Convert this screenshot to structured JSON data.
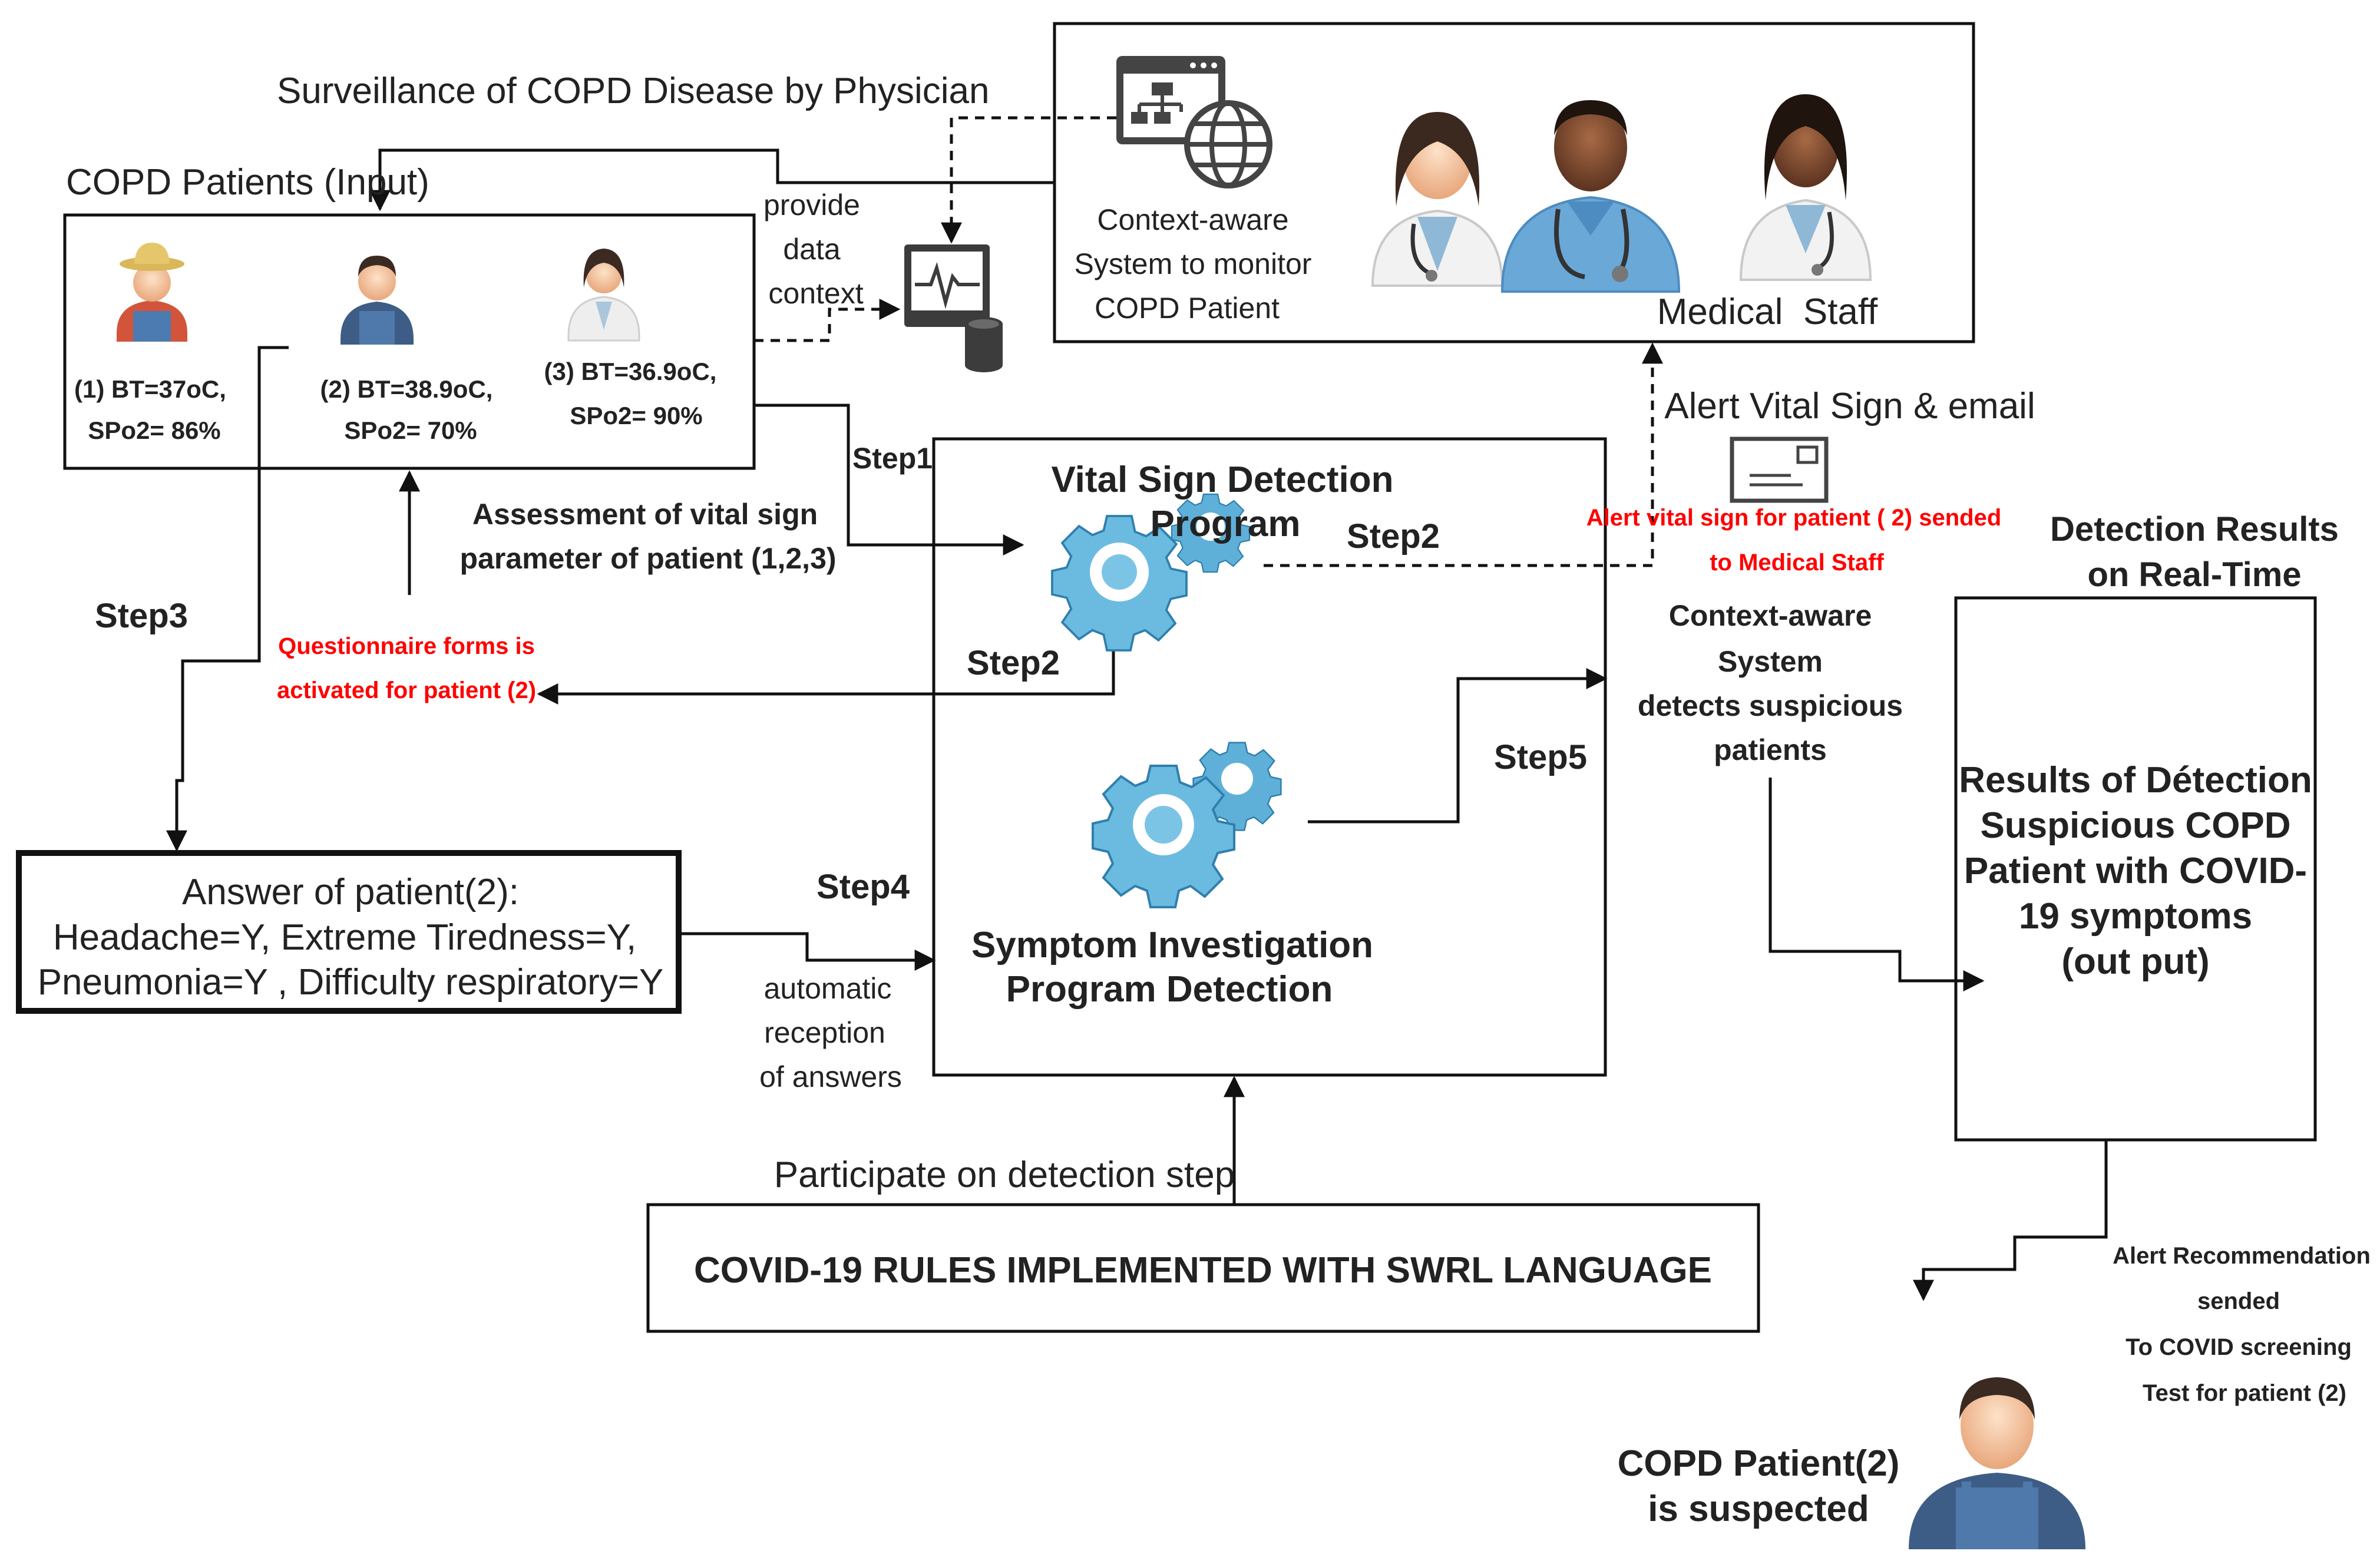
{
  "surveillance_label": "Surveillance of COPD Disease by Physician",
  "patients_box": {
    "title": "COPD Patients (Input)",
    "patient1": [
      "(1) BT=37oC,",
      "SPo2= 86%"
    ],
    "patient2": [
      "(2) BT=38.9oC,",
      "SPo2= 70%"
    ],
    "patient3": [
      "(3) BT=36.9oC,",
      "SPo2= 90%"
    ]
  },
  "provide_context": [
    "provide",
    "data",
    "context"
  ],
  "context_system": [
    "Context-aware",
    "System to monitor",
    "COPD Patient"
  ],
  "medical_staff": "Medical  Staff",
  "alert_email": "Alert Vital Sign & email",
  "alert_red": [
    "Alert vital sign for patient ( 2) sended",
    "to Medical Staff"
  ],
  "step1": "Step1",
  "step2a": "Step2",
  "step2b": "Step2",
  "step3": "Step3",
  "step4": "Step4",
  "step5": "Step5",
  "assessment": [
    "Assessment of vital sign",
    "parameter of patient (1,2,3)"
  ],
  "vital_program": [
    "Vital Sign Detection",
    "Program"
  ],
  "questionnaire": [
    "Questionnaire forms is",
    "activated for patient (2)"
  ],
  "answer_box": [
    "Answer of patient(2):",
    "Headache=Y, Extreme Tiredness=Y,",
    "Pneumonia=Y , Difficulty respiratory=Y"
  ],
  "automatic": [
    "automatic",
    "reception",
    "of answers"
  ],
  "symptom_program": [
    "Symptom Investigation",
    "Program Detection"
  ],
  "context_detects": [
    "Context-aware",
    "System",
    "detects suspicious",
    "patients"
  ],
  "detection_results": [
    "Detection Results",
    "on Real-Time"
  ],
  "results_box": [
    "Results of Détection",
    "Suspicious COPD",
    "Patient with COVID-",
    "19 symptoms",
    "(out put)"
  ],
  "participate": "Participate on detection step",
  "rules_box": "COVID-19 RULES IMPLEMENTED WITH SWRL LANGUAGE",
  "alert_recommendation": [
    "Alert Recommendation",
    "sended",
    "To COVID screening",
    "Test for patient (2)"
  ],
  "suspected": [
    "COPD Patient(2)",
    "is suspected"
  ],
  "colors": {
    "gear": "#5fb0d8",
    "gear_dark": "#2f7fae",
    "scrub": "#6aa8d8",
    "red": "#ff0000"
  }
}
